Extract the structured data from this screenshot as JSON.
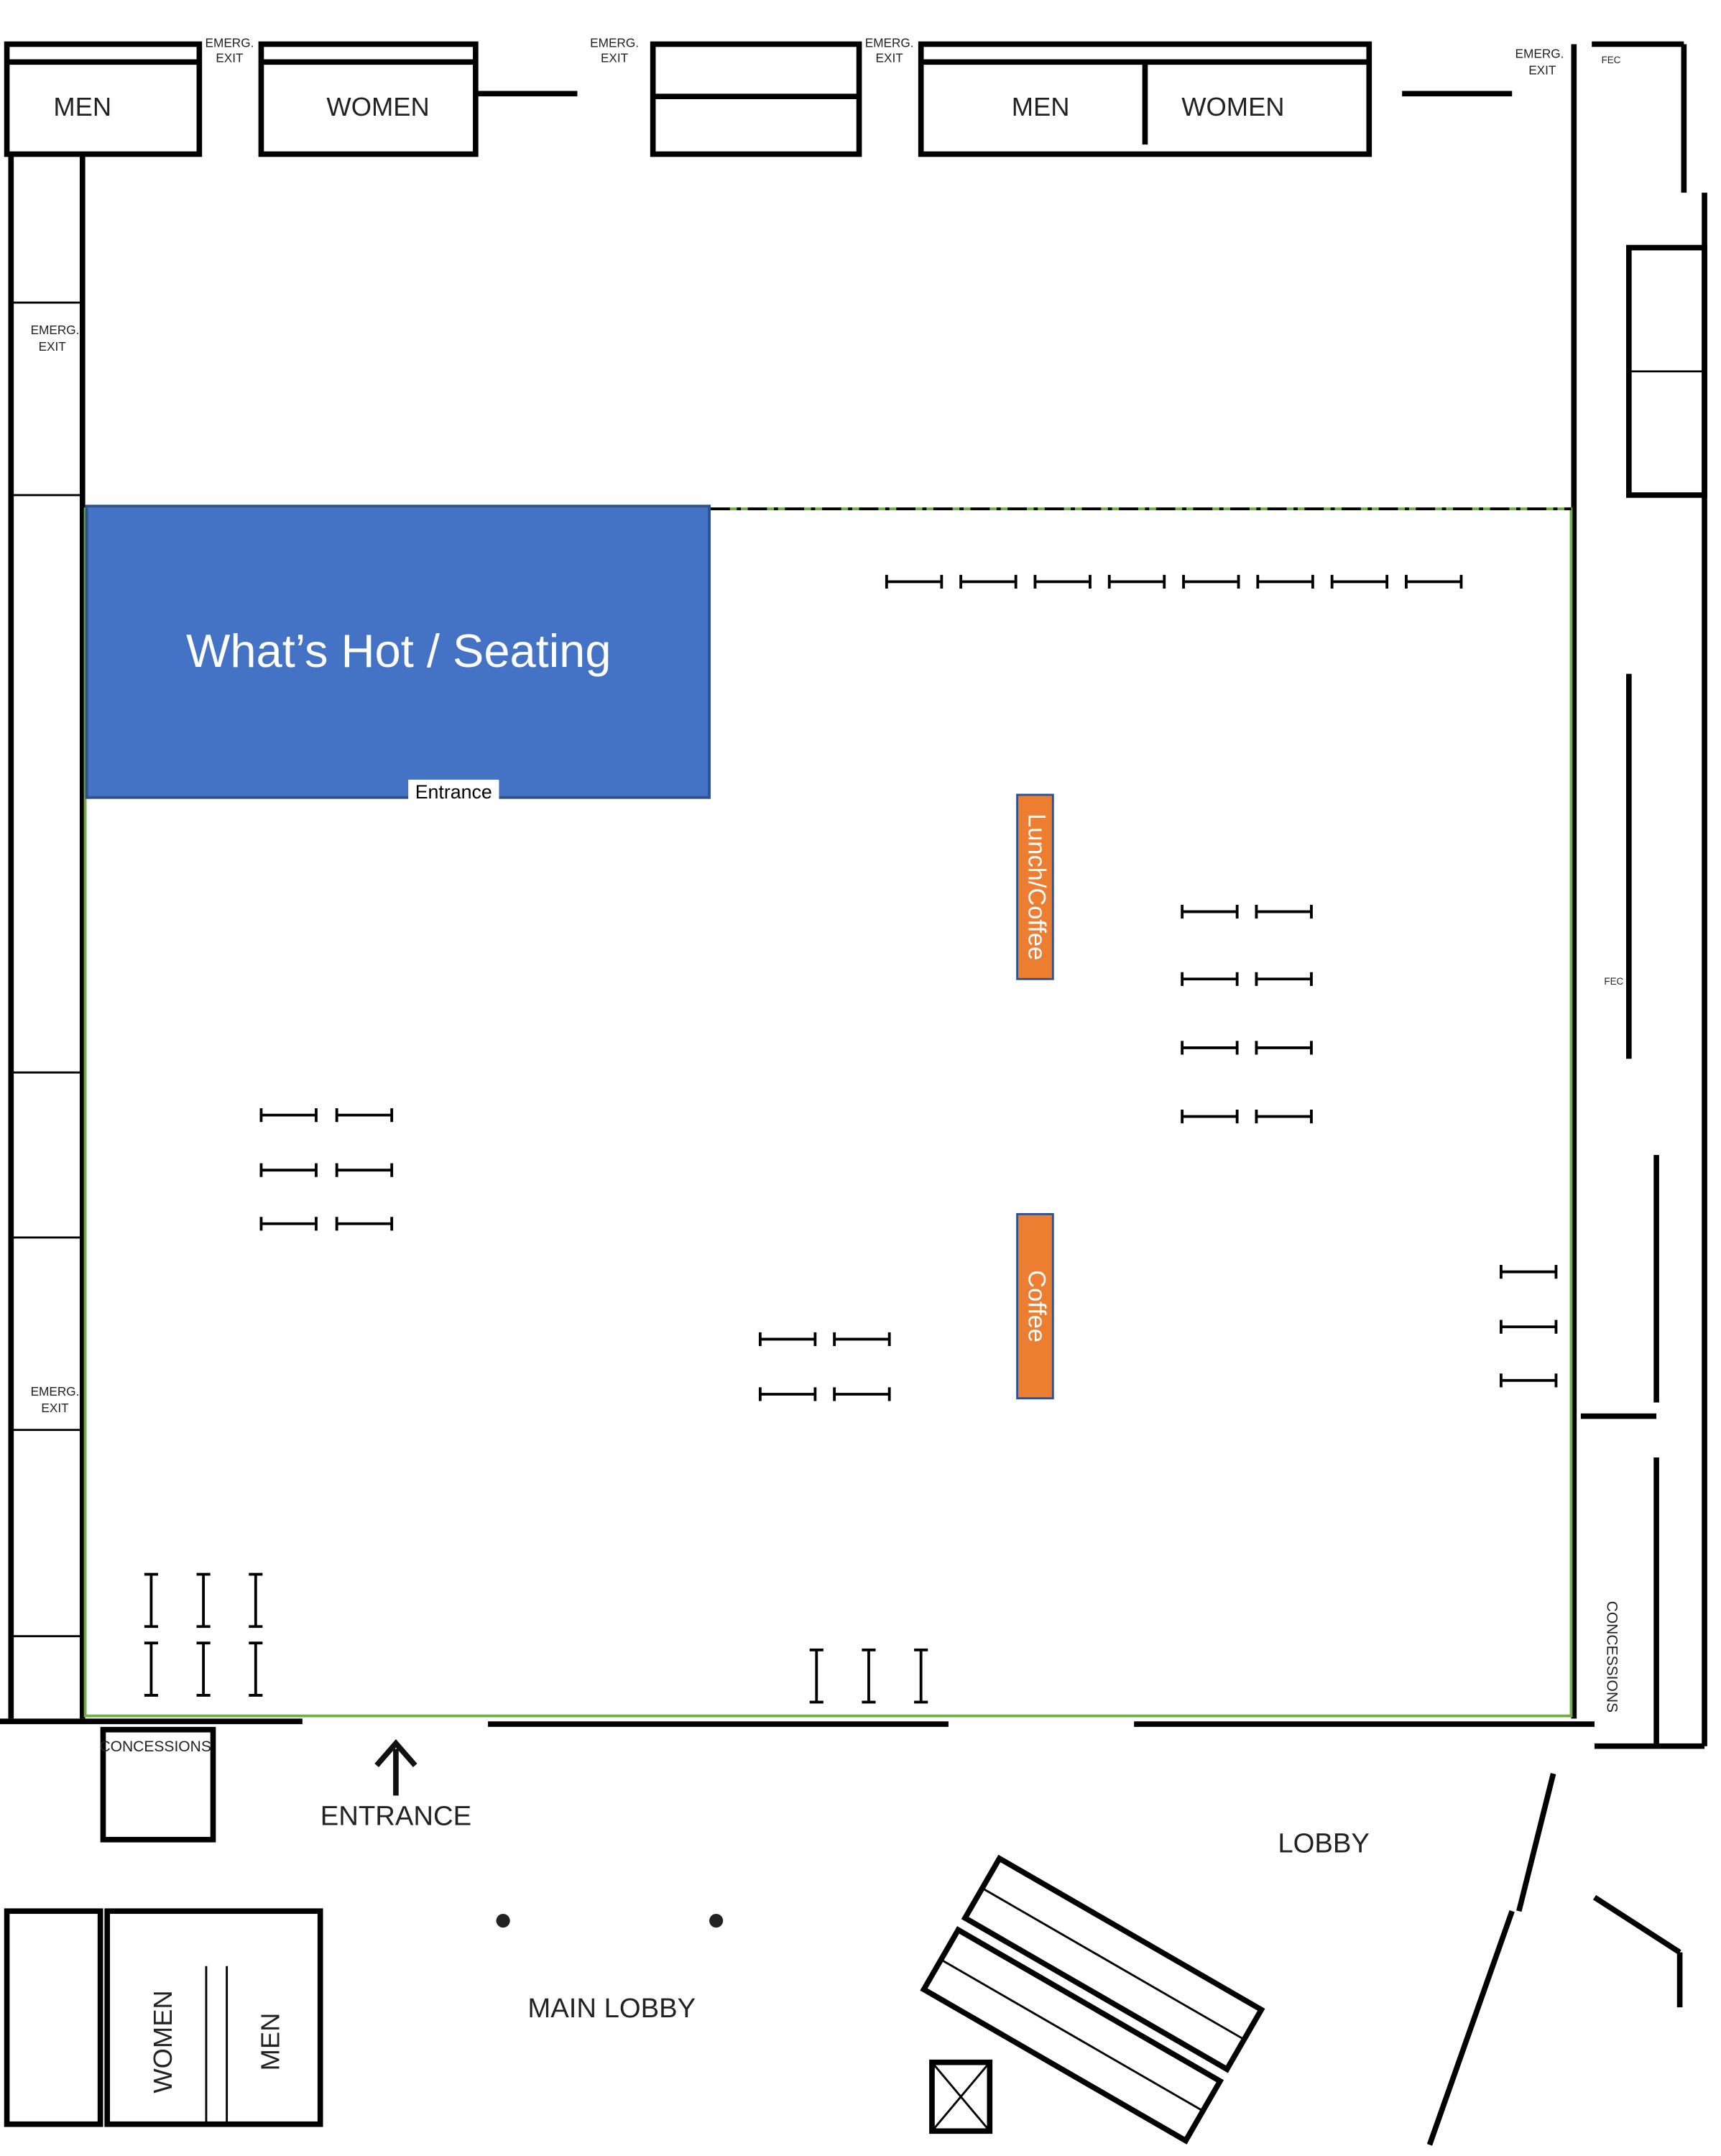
{
  "zones": {
    "feature_area": {
      "label": "What’s Hot / Seating",
      "entrance_label": "Entrance",
      "color": "#4472C4"
    },
    "lunch_coffee": {
      "label": "Lunch/Coffee",
      "color": "#ED7D31"
    },
    "coffee": {
      "label": "Coffee",
      "color": "#ED7D31"
    },
    "hall_outline_color": "#70AD47"
  },
  "rooms": {
    "top_men_left": "MEN",
    "top_women_left": "WOMEN",
    "top_men_right": "MEN",
    "top_women_right": "WOMEN",
    "bottom_women": "WOMEN",
    "bottom_men": "MEN",
    "concessions_left": "CONCESSIONS",
    "concessions_right": "CONCESSIONS"
  },
  "exits": {
    "emergency_line1": "EMERG.",
    "emergency_line2": "EXIT",
    "fec": "FEC"
  },
  "areas": {
    "entrance": "ENTRANCE",
    "lobby": "LOBBY",
    "main_lobby": "MAIN LOBBY"
  }
}
